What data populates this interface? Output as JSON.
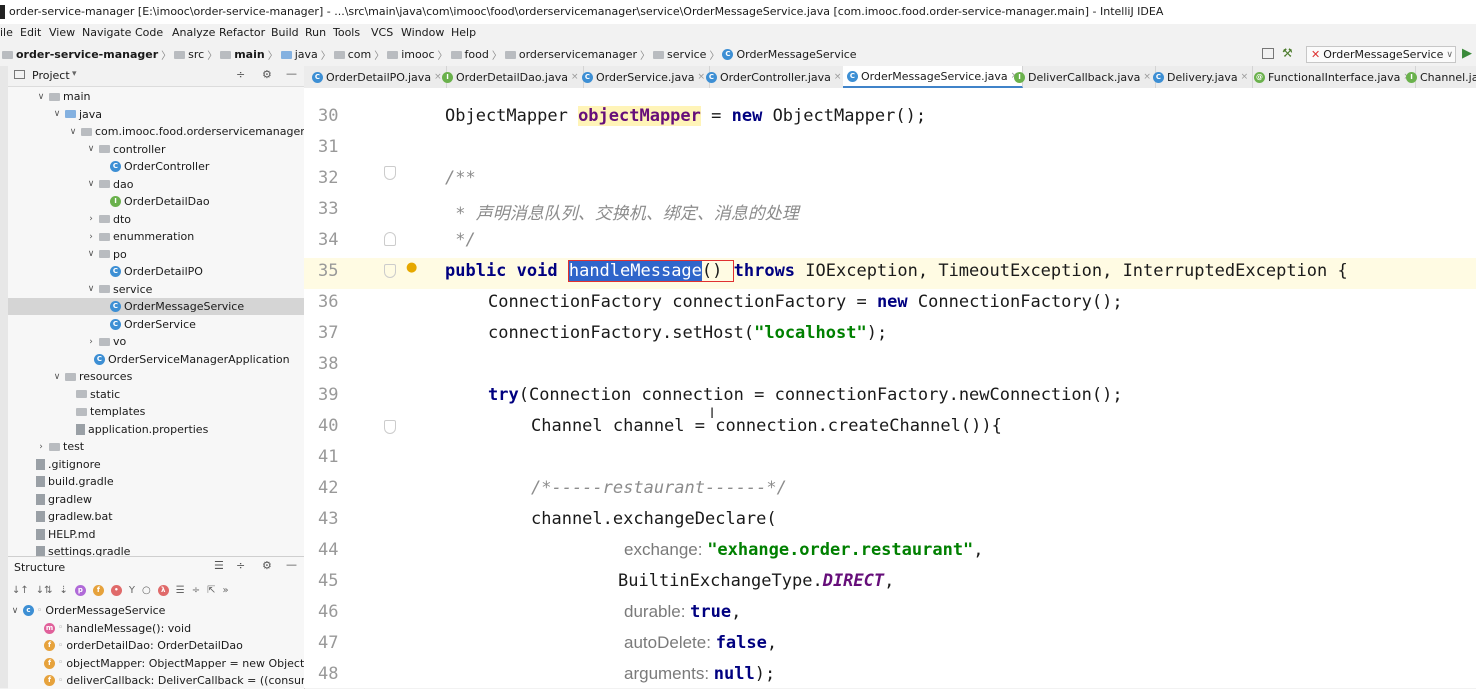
{
  "window": {
    "title": "order-service-manager [E:\\imooc\\order-service-manager] - ...\\src\\main\\java\\com\\imooc\\food\\orderservicemanager\\service\\OrderMessageService.java [com.imooc.food.order-service-manager.main] - IntelliJ IDEA"
  },
  "menu": [
    "ile",
    "Edit",
    "View",
    "Navigate",
    "Code",
    "Analyze",
    "Refactor",
    "Build",
    "Run",
    "Tools",
    "VCS",
    "Window",
    "Help"
  ],
  "breadcrumb": [
    "order-service-manager",
    "src",
    "main",
    "java",
    "com",
    "imooc",
    "food",
    "orderservicemanager",
    "service",
    "OrderMessageService"
  ],
  "run_config": "OrderMessageService",
  "project_panel": {
    "title": "Project",
    "tree": [
      {
        "label": "main",
        "type": "folder",
        "arrow": "v"
      },
      {
        "label": "java",
        "type": "folder-blue",
        "arrow": "v"
      },
      {
        "label": "com.imooc.food.orderservicemanager",
        "type": "folder",
        "arrow": "v"
      },
      {
        "label": "controller",
        "type": "folder",
        "arrow": "v"
      },
      {
        "label": "OrderController",
        "type": "class",
        "arrow": ""
      },
      {
        "label": "dao",
        "type": "folder",
        "arrow": "v"
      },
      {
        "label": "OrderDetailDao",
        "type": "interface",
        "arrow": ""
      },
      {
        "label": "dto",
        "type": "folder",
        "arrow": ">"
      },
      {
        "label": "enummeration",
        "type": "folder",
        "arrow": ">"
      },
      {
        "label": "po",
        "type": "folder",
        "arrow": "v"
      },
      {
        "label": "OrderDetailPO",
        "type": "class",
        "arrow": ""
      },
      {
        "label": "service",
        "type": "folder",
        "arrow": "v"
      },
      {
        "label": "OrderMessageService",
        "type": "class",
        "arrow": ""
      },
      {
        "label": "OrderService",
        "type": "class",
        "arrow": ""
      },
      {
        "label": "vo",
        "type": "folder",
        "arrow": ">"
      },
      {
        "label": "OrderServiceManagerApplication",
        "type": "class",
        "arrow": ""
      },
      {
        "label": "resources",
        "type": "folder",
        "arrow": "v"
      },
      {
        "label": "static",
        "type": "folder",
        "arrow": ""
      },
      {
        "label": "templates",
        "type": "folder",
        "arrow": ""
      },
      {
        "label": "application.properties",
        "type": "file",
        "arrow": ""
      },
      {
        "label": "test",
        "type": "folder",
        "arrow": ">"
      },
      {
        "label": ".gitignore",
        "type": "file",
        "arrow": ""
      },
      {
        "label": "build.gradle",
        "type": "file",
        "arrow": ""
      },
      {
        "label": "gradlew",
        "type": "file",
        "arrow": ""
      },
      {
        "label": "gradlew.bat",
        "type": "file",
        "arrow": ""
      },
      {
        "label": "HELP.md",
        "type": "file",
        "arrow": ""
      },
      {
        "label": "settings.gradle",
        "type": "file",
        "arrow": ""
      }
    ]
  },
  "structure_panel": {
    "title": "Structure",
    "items": [
      {
        "label": "OrderMessageService",
        "badge": "c"
      },
      {
        "label": "handleMessage(): void",
        "badge": "m"
      },
      {
        "label": "orderDetailDao: OrderDetailDao",
        "badge": "f"
      },
      {
        "label": "objectMapper: ObjectMapper = new ObjectMa",
        "badge": "f"
      },
      {
        "label": "deliverCallback: DeliverCallback = ((consumerTa",
        "badge": "f"
      }
    ]
  },
  "tabs": [
    {
      "label": "OrderDetailPO.java",
      "icon": "c",
      "active": false
    },
    {
      "label": "OrderDetailDao.java",
      "icon": "i",
      "active": false
    },
    {
      "label": "OrderService.java",
      "icon": "c",
      "active": false
    },
    {
      "label": "OrderController.java",
      "icon": "c",
      "active": false
    },
    {
      "label": "OrderMessageService.java",
      "icon": "c",
      "active": true
    },
    {
      "label": "DeliverCallback.java",
      "icon": "i",
      "active": false
    },
    {
      "label": "Delivery.java",
      "icon": "c",
      "active": false
    },
    {
      "label": "FunctionalInterface.java",
      "icon": "a",
      "active": false
    },
    {
      "label": "Channel.jav",
      "icon": "i",
      "active": false
    }
  ],
  "code": {
    "line_numbers": [
      "30",
      "31",
      "32",
      "33",
      "34",
      "35",
      "36",
      "37",
      "38",
      "39",
      "40",
      "41",
      "42",
      "43",
      "44",
      "45",
      "46",
      "47",
      "48"
    ],
    "l30_type": "ObjectMapper ",
    "l30_var": "objectMapper",
    "l30_eq": " = ",
    "l30_new": "new",
    "l30_rest": " ObjectMapper();",
    "l32": "/**",
    "l33": " * 声明消息队列、交换机、绑定、消息的处理",
    "l34": " */",
    "l35_public": "public",
    "l35_void": " void ",
    "l35_name": "handleMessage",
    "l35_paren": "() ",
    "l35_throws": "throws",
    "l35_rest": " IOException, TimeoutException, InterruptedException {",
    "l36_a": "ConnectionFactory connectionFactory = ",
    "l36_new": "new",
    "l36_b": " ConnectionFactory();",
    "l37_a": "connectionFactory.setHost(",
    "l37_str": "\"localhost\"",
    "l37_b": ");",
    "l39_try": "try",
    "l39_rest": "(Connection connection = connectionFactory.newConnection();",
    "l40": "Channel channel = connection.createChannel()){",
    "l42": "/*-----restaurant------*/",
    "l43": "channel.exchangeDeclare(",
    "l44_p": "exchange: ",
    "l44_str": "\"exhange.order.restaurant\"",
    "l44_c": ",",
    "l45_a": "BuiltinExchangeType.",
    "l45_enum": "DIRECT",
    "l45_c": ",",
    "l46_p": "durable: ",
    "l46_v": "true",
    "l46_c": ",",
    "l47_p": "autoDelete: ",
    "l47_v": "false",
    "l47_c": ",",
    "l48_p": "arguments: ",
    "l48_v": "null",
    "l48_c": ");"
  }
}
